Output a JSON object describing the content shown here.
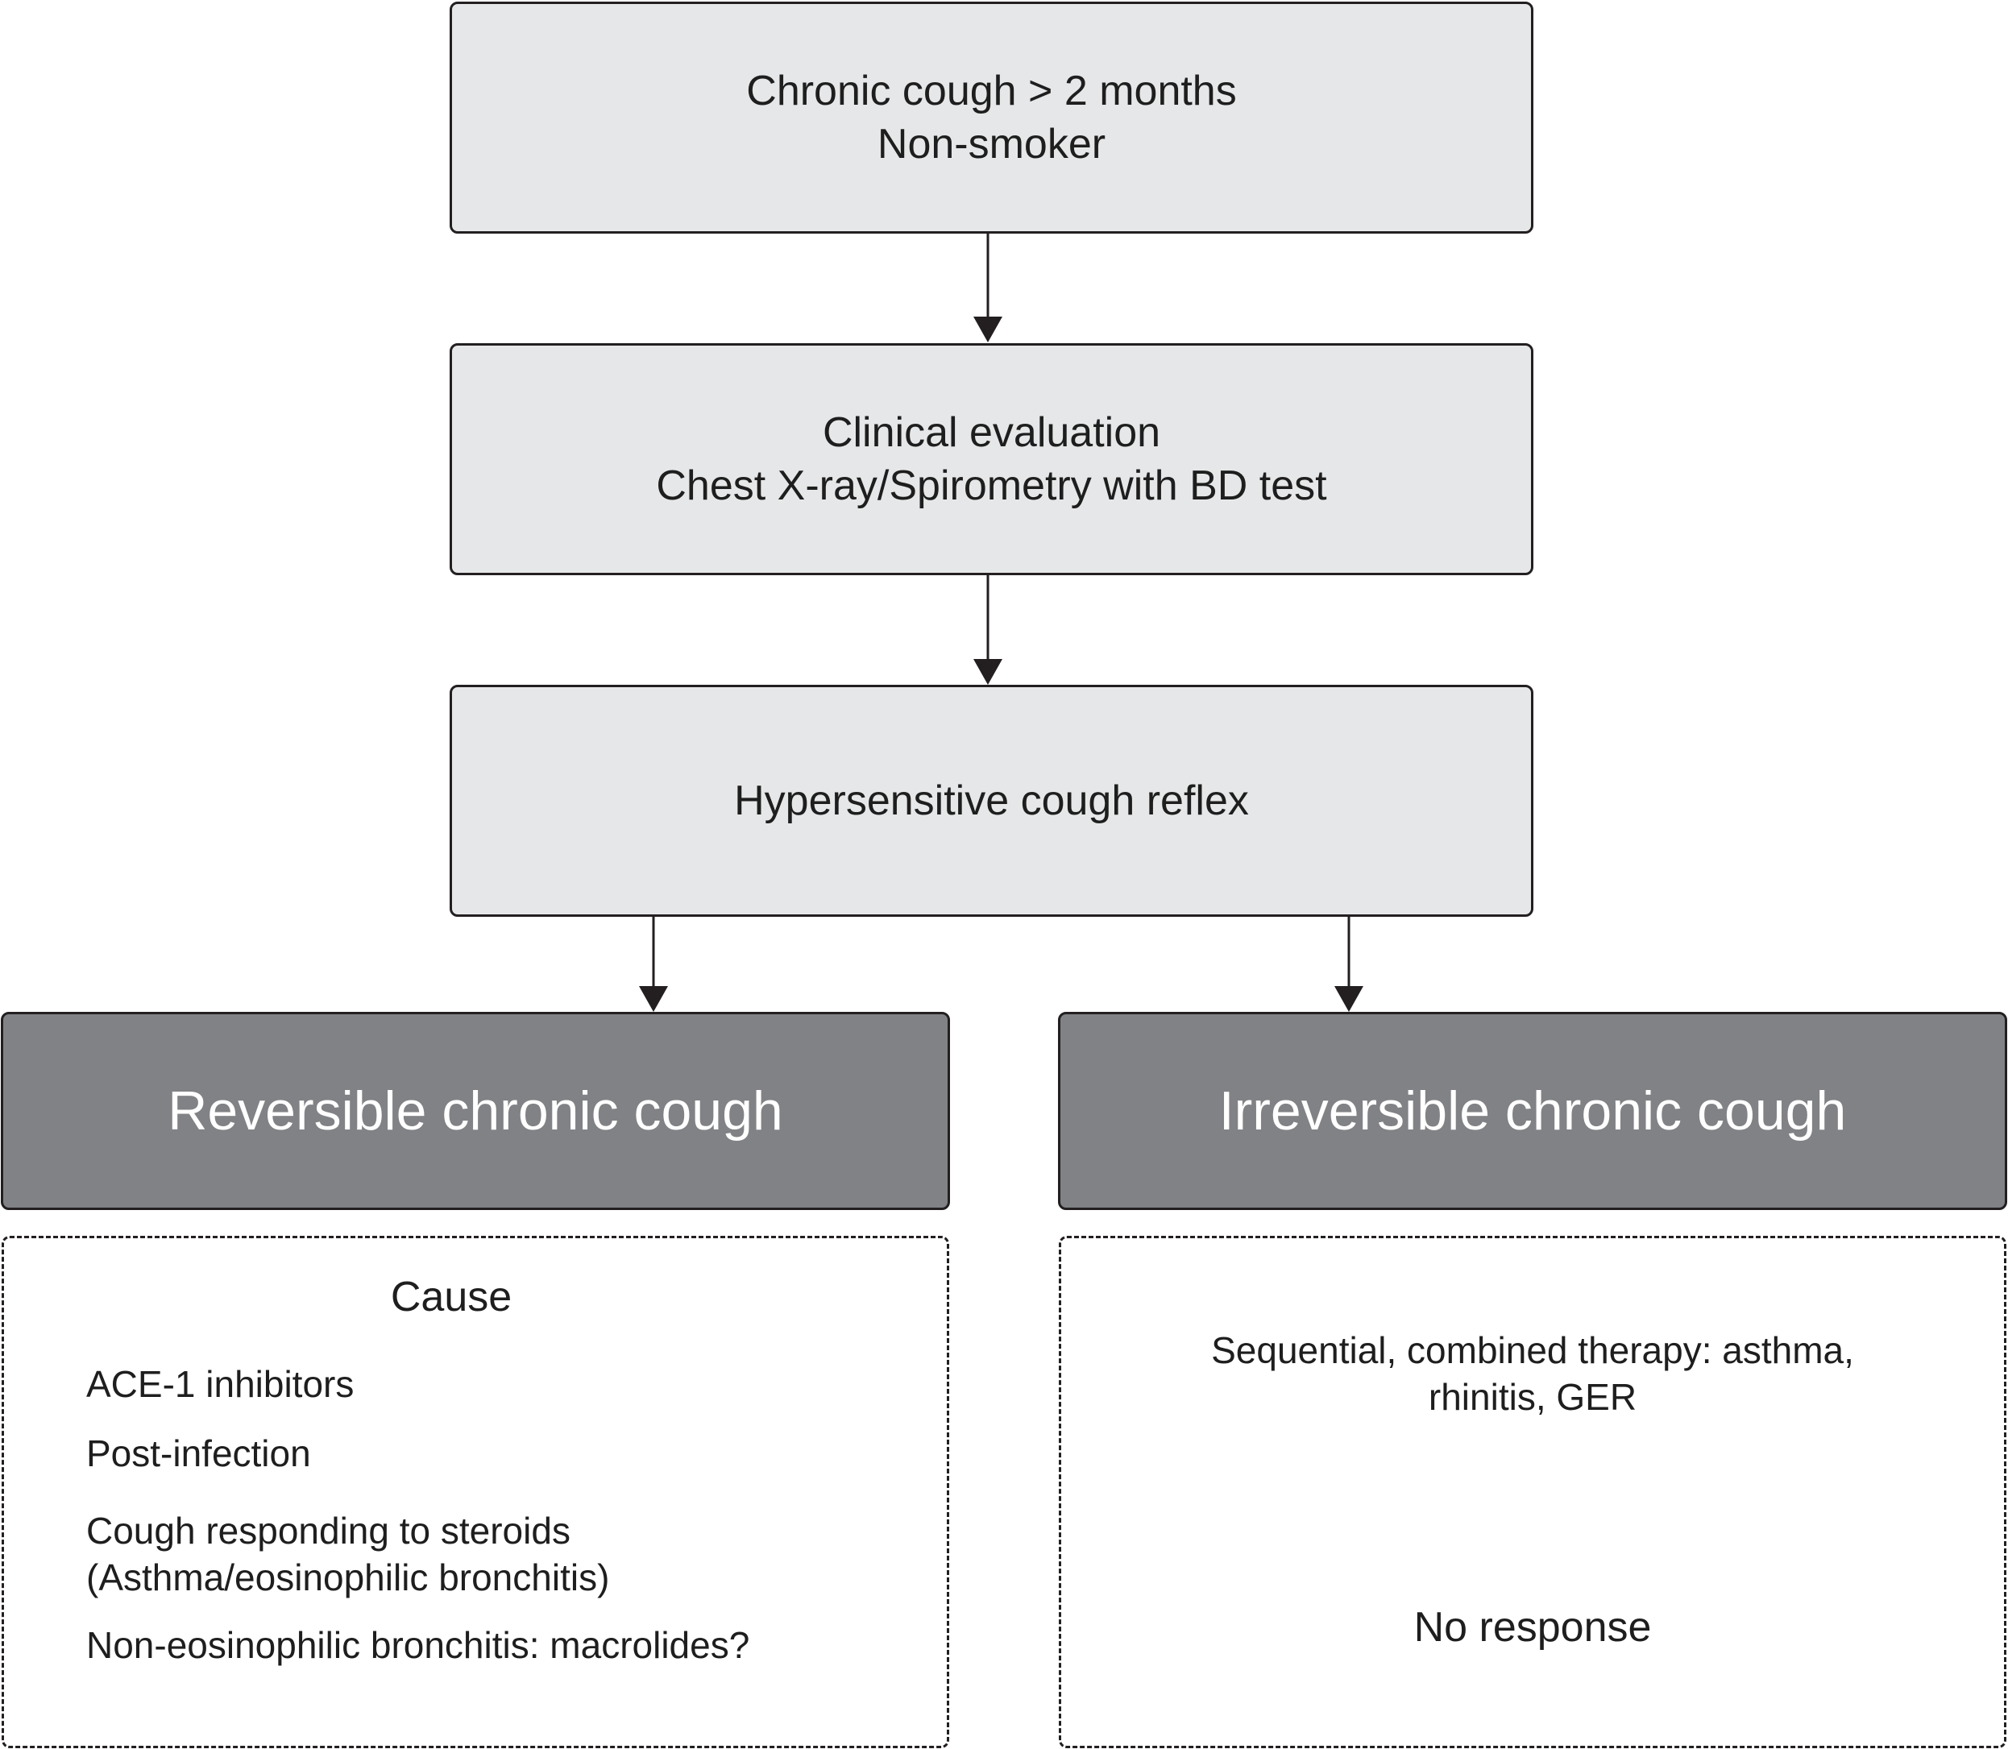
{
  "top_box": {
    "line1": "Chronic cough > 2 months",
    "line2": "Non-smoker"
  },
  "evaluation_box": {
    "line1": "Clinical evaluation",
    "line2": "Chest X-ray/Spirometry with BD test"
  },
  "reflex_box": {
    "label": "Hypersensitive cough reflex"
  },
  "reversible": {
    "title": "Reversible chronic cough",
    "cause_heading": "Cause",
    "items": [
      {
        "line1": "ACE-1 inhibitors"
      },
      {
        "line1": "Post-infection"
      },
      {
        "line1": "Cough responding to steroids",
        "line2": "(Asthma/eosinophilic bronchitis)"
      },
      {
        "line1": "Non-eosinophilic bronchitis: macrolides?"
      }
    ]
  },
  "irreversible": {
    "title": "Irreversible chronic cough",
    "therapy_line1": "Sequential, combined therapy: asthma,",
    "therapy_line2": "rhinitis, GER",
    "outcome": "No response"
  },
  "colors": {
    "light_box_fill": "#e6e7e8",
    "dark_box_fill": "#808285",
    "stroke": "#231f20"
  }
}
